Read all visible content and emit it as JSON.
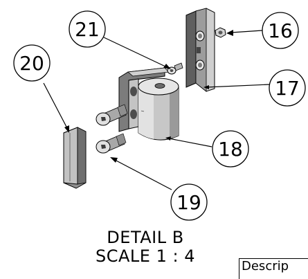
{
  "detail": {
    "name": "DETAIL B",
    "scale": "SCALE 1 : 4"
  },
  "balloons": {
    "b16": "16",
    "b17": "17",
    "b18": "18",
    "b19": "19",
    "b20": "20",
    "b21": "21"
  },
  "table": {
    "description_header": "Descrip"
  },
  "colors": {
    "line": "#000000",
    "part_light": "#d9d9d9",
    "part_mid": "#a6a6a6",
    "part_dark": "#6e6e6e"
  }
}
